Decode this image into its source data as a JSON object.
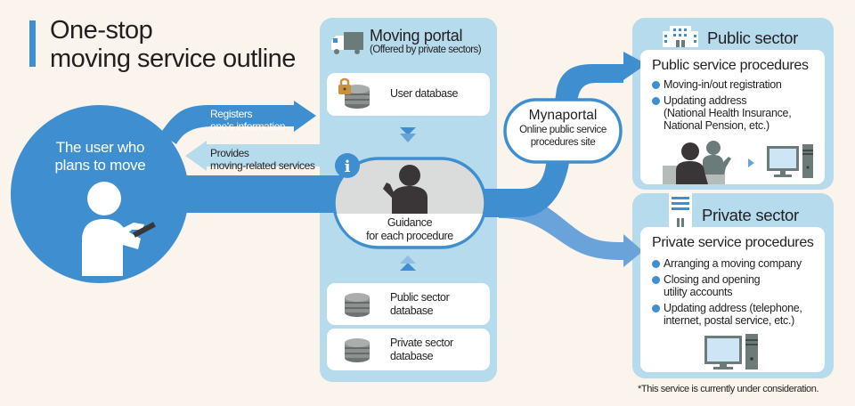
{
  "title": {
    "line1": "One-stop",
    "line2": "moving service outline"
  },
  "colors": {
    "background": "#faf4ec",
    "accent_blue": "#3f8fd0",
    "light_blue_arrow": "#b5dbed",
    "panel_blue": "#b5dbed",
    "dark_figure": "#3a3638",
    "gray_figure": "#6b7b79",
    "db_gray": "#8c9190",
    "lock_gold": "#c8913f"
  },
  "user": {
    "line1": "The user who",
    "line2": "plans to move",
    "icon": "person-with-smartphone-icon"
  },
  "arrows": {
    "registers": {
      "line1": "Registers",
      "line2": "one's information"
    },
    "provides": {
      "line1": "Provides",
      "line2": "moving-related services"
    }
  },
  "moving_portal": {
    "title": "Moving portal",
    "subtitle": "(Offered by private sectors)",
    "icon": "truck-icon",
    "user_db": {
      "label": "User database",
      "icons": [
        "lock-icon",
        "database-icon"
      ]
    },
    "guidance": {
      "line1": "Guidance",
      "line2": "for each procedure",
      "icons": [
        "info-icon",
        "person-guide-icon"
      ]
    },
    "public_db": {
      "line1": "Public sector",
      "line2": "database",
      "icon": "database-icon"
    },
    "private_db": {
      "line1": "Private sector",
      "line2": "database",
      "icon": "database-icon"
    }
  },
  "mynaportal": {
    "title": "Mynaportal",
    "line1": "Online public service",
    "line2": "procedures site"
  },
  "public_sector": {
    "title": "Public sector",
    "icon": "government-building-icon",
    "procedures_title": "Public service procedures",
    "items": [
      "Moving-in/out registration",
      "Updating address\n(National Health Insurance,\nNational Pension, etc.)"
    ],
    "item_lines": [
      [
        "Moving-in/out registration"
      ],
      [
        "Updating address",
        "(National Health Insurance,",
        "National Pension, etc.)"
      ]
    ],
    "illustration": [
      "counter-staff-icon",
      "play-arrow-icon",
      "desktop-computer-icon"
    ]
  },
  "private_sector": {
    "title": "Private sector",
    "icon": "office-building-icon",
    "procedures_title": "Private service procedures",
    "item_lines": [
      [
        "Arranging a moving company"
      ],
      [
        "Closing and opening",
        "utility accounts"
      ],
      [
        "Updating address (telephone,",
        "internet, postal service, etc.)"
      ]
    ],
    "illustration": [
      "desktop-computer-icon"
    ]
  },
  "footnote": "*This service is currently under consideration."
}
